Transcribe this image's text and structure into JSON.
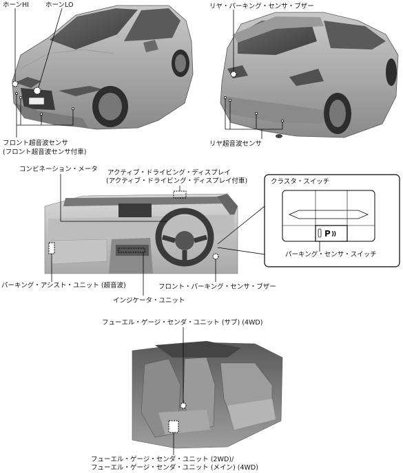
{
  "labels": {
    "horn_hi": "ホーンHI",
    "horn_lo": "ホーンLO",
    "rear_parking_buzzer": "リヤ・パーキング・センサ・ブザー",
    "front_sensor_1": "フロント超音波センサ",
    "front_sensor_2": "(フロント超音波センサ付車)",
    "rear_sensor": "リヤ超音波センサ",
    "combination_meter": "コンビネーション・メータ",
    "active_display_1": "アクティブ・ドライビング・ディスプレイ",
    "active_display_2": "(アクティブ・ドライビング・ディスプレイ付車)",
    "cluster_switch": "クラスタ・スイッチ",
    "parking_sensor_switch": "パーキング・センサ・スイッチ",
    "parking_assist_unit": "パーキング・アシスト・ユニット (超音波)",
    "front_parking_buzzer": "フロント・パーキング・センサ・ブザー",
    "indicator_unit": "インジケータ・ユニット",
    "fuel_gauge_sub": "フューエル・ゲージ・センダ・ユニット (サブ) (4WD)",
    "fuel_gauge_main_1": "フューエル・ゲージ・センダ・ユニット (2WD)/",
    "fuel_gauge_main_2": "フューエル・ゲージ・センダ・ユニット (メイン) (4WD)",
    "switch_glyph": "P",
    "switch_wave": "))"
  }
}
